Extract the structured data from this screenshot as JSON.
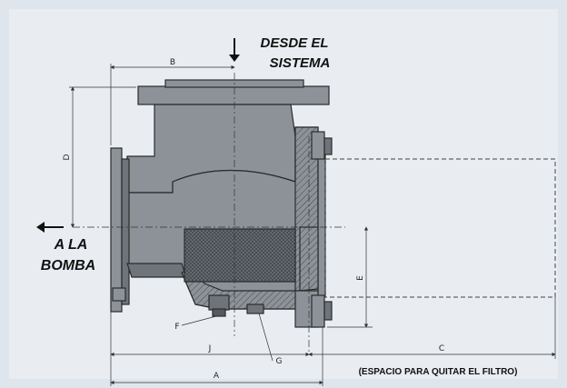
{
  "flow": {
    "inlet_line1": "DESDE EL",
    "inlet_line2": "SISTEMA",
    "outlet_line1": "A LA",
    "outlet_line2": "BOMBA"
  },
  "dimensions": {
    "a": "A",
    "b": "B",
    "c": "C",
    "d": "D",
    "e": "E",
    "f": "F",
    "g": "G",
    "j": "J"
  },
  "note": "(ESPACIO PARA QUITAR EL FILTRO)",
  "colors": {
    "background": "#dfe5ec",
    "panel": "#e9edf2",
    "body_fill": "#8d9299",
    "body_dark": "#6f747b",
    "outline": "#2b2b2b",
    "screen": "#5e6369"
  }
}
